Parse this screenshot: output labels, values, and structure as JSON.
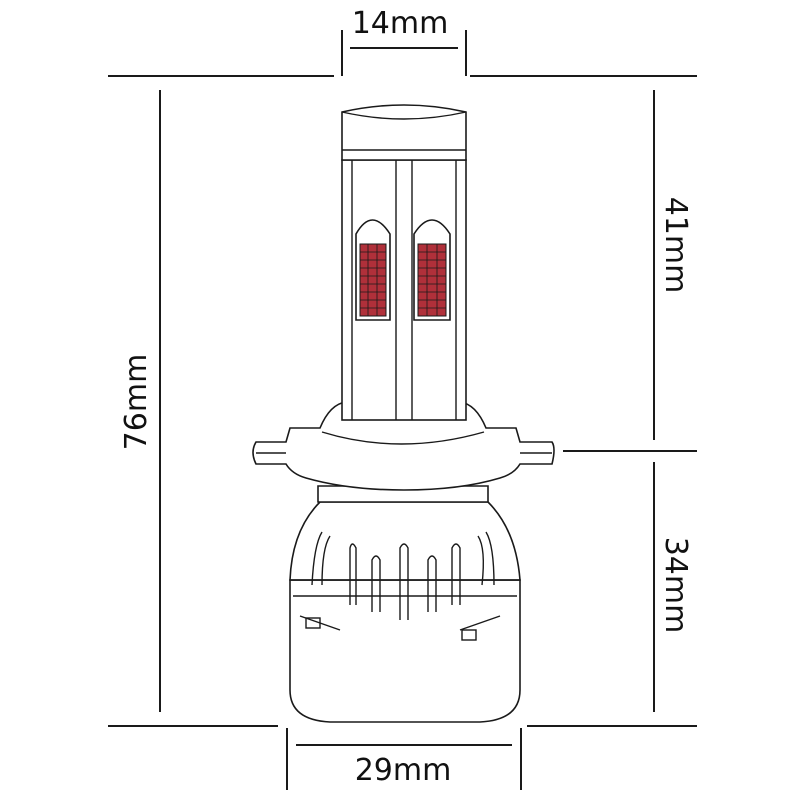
{
  "dimensions": {
    "top_width": "14mm",
    "total_height": "76mm",
    "upper_height": "41mm",
    "lower_height": "34mm",
    "base_width": "29mm"
  },
  "colors": {
    "line": "#1a1a1a",
    "led_chip": "#b0303a",
    "background": "#ffffff"
  }
}
